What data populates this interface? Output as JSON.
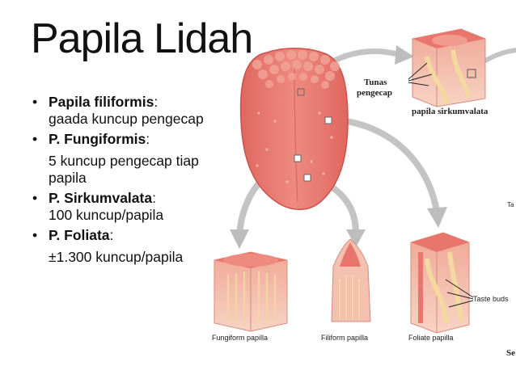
{
  "slide": {
    "title": "Papila Lidah"
  },
  "bullets": [
    {
      "title": "Papila filiformis",
      "sep": ":",
      "desc": "gaada kuncup pengecap"
    },
    {
      "title": "P. Fungiformis",
      "sep": ":",
      "desc": "5 kuncup pengecap tiap papila"
    },
    {
      "title": "P. Sirkumvalata",
      "sep": ":",
      "desc": "100 kuncup/papila"
    },
    {
      "title": "P. Foliata",
      "sep": ":",
      "desc": "±1.300 kuncup/papila"
    }
  ],
  "figure": {
    "label_tunas_1": "Tunas",
    "label_tunas_2": "pengecap",
    "label_circumvallate": "papila sirkumvalata",
    "label_fungiform": "Fungiform papilla",
    "label_filiform": "Filiform papilla",
    "label_foliate": "Foliate papilla",
    "label_taste_buds": "Taste buds",
    "label_edge_1": "Ta",
    "label_edge_2": "Se"
  },
  "colors": {
    "tongue": "#e8756c",
    "tongue_dark": "#d65c55",
    "papilla_pale": "#f4b9a8",
    "papilla_yellow": "#f3d9a0",
    "arrow": "#b8b8b8"
  }
}
